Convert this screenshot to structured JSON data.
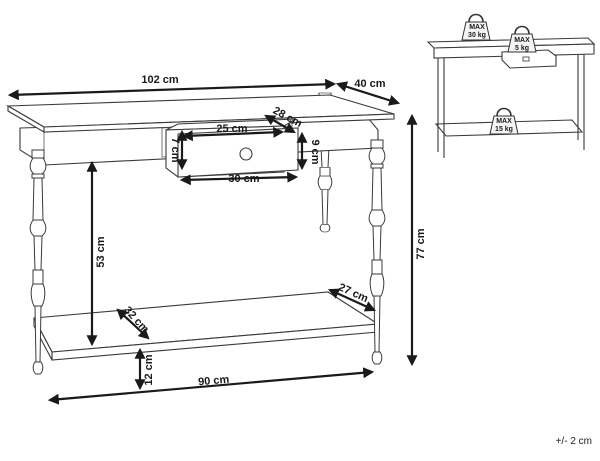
{
  "dimensions": {
    "width_total": "102 cm",
    "depth_top": "40 cm",
    "drawer_depth": "28 cm",
    "drawer_inner_width": "25 cm",
    "drawer_inner_height": "7 cm",
    "drawer_front_height": "9 cm",
    "drawer_front_width": "30 cm",
    "shelf_clearance": "53 cm",
    "total_height": "77 cm",
    "shelf_depth_back": "27 cm",
    "shelf_depth_front": "32 cm",
    "shelf_height": "12 cm",
    "shelf_width": "90 cm"
  },
  "load_limits": {
    "top": {
      "label": "MAX",
      "value": "30 kg"
    },
    "drawer": {
      "label": "MAX",
      "value": "5 kg"
    },
    "shelf": {
      "label": "MAX",
      "value": "15 kg"
    }
  },
  "tolerance": "+/- 2 cm"
}
